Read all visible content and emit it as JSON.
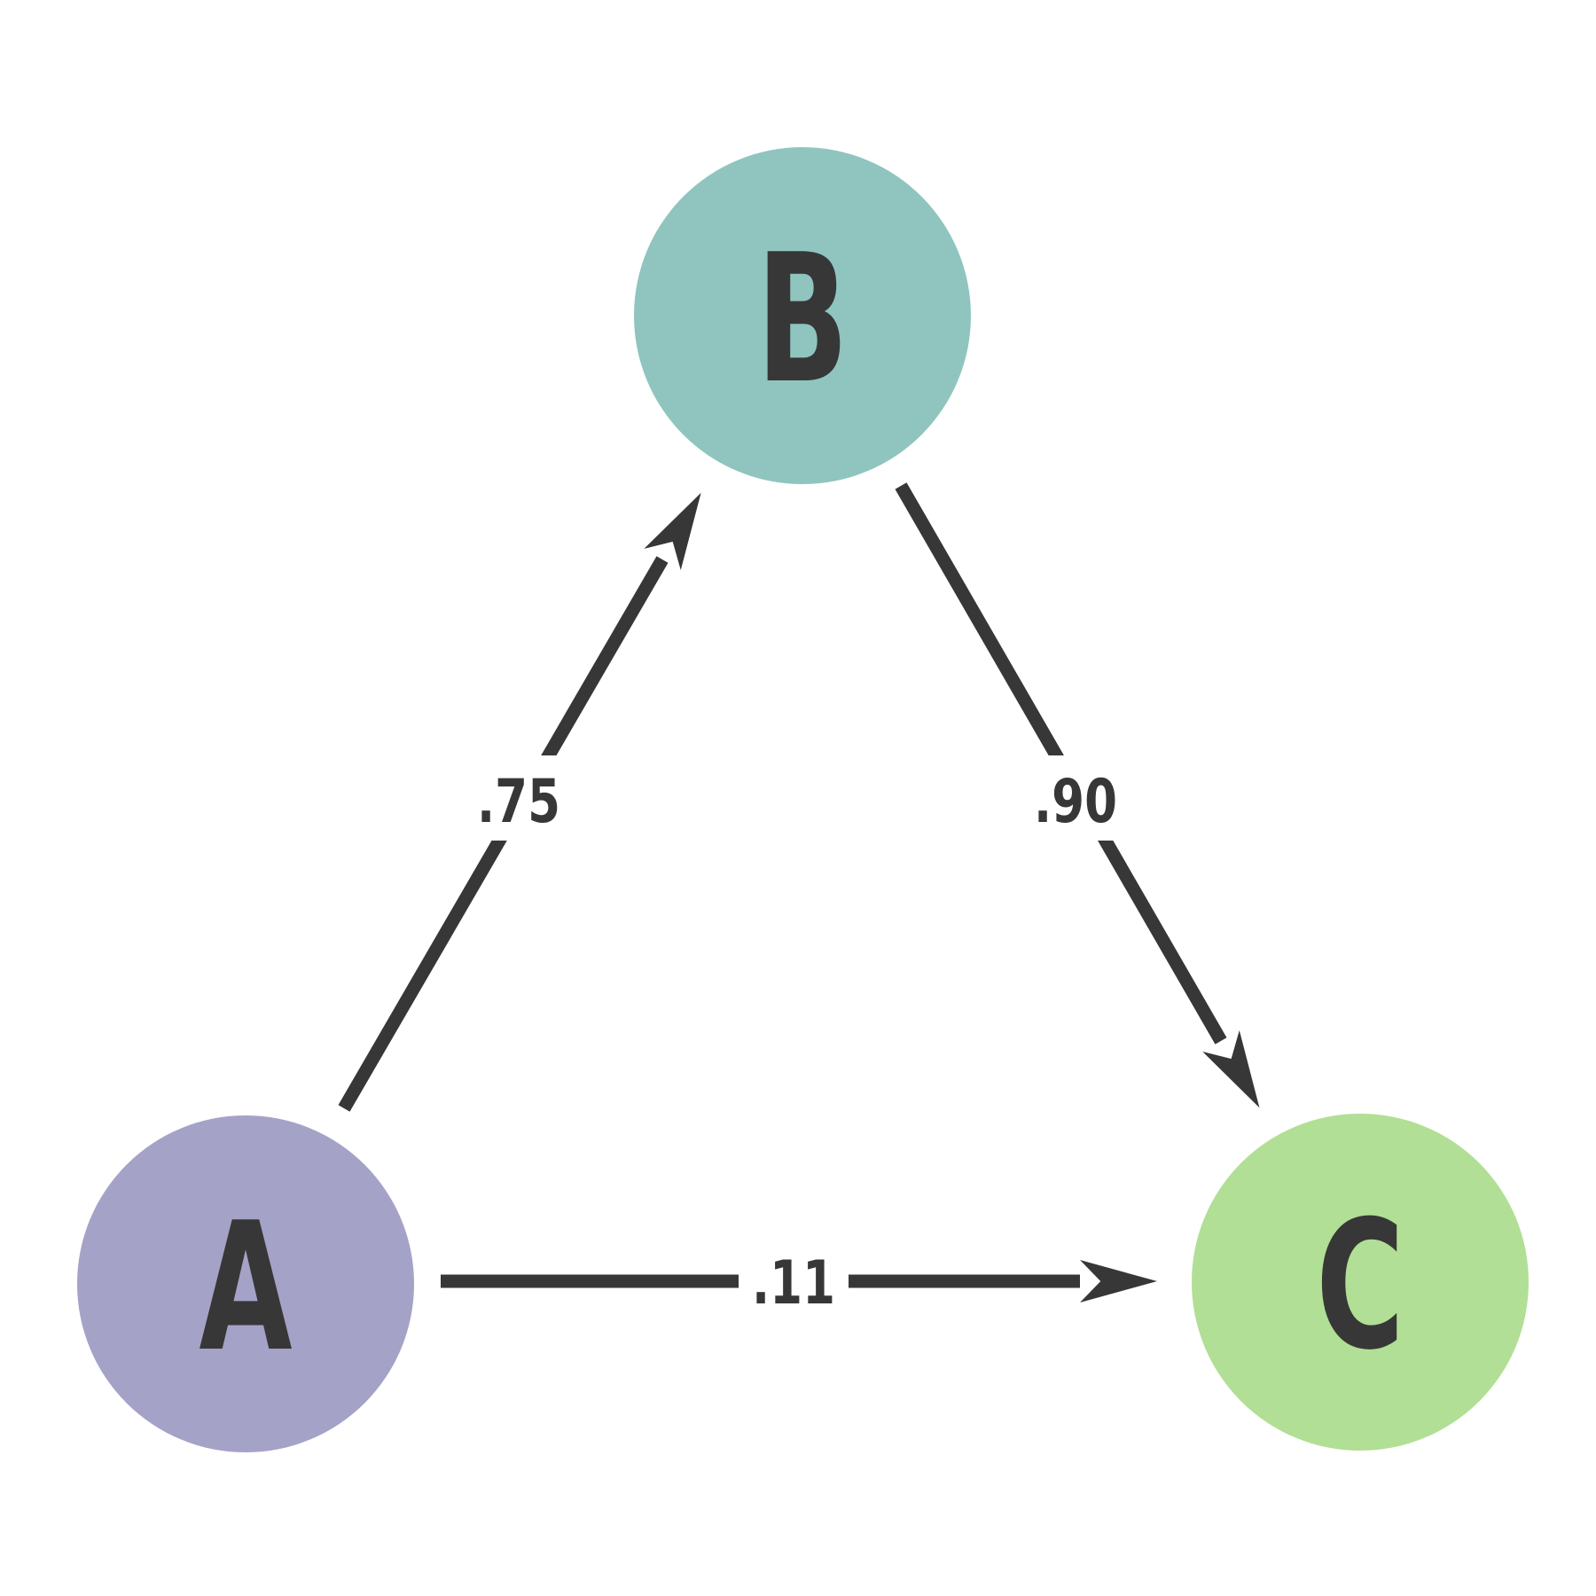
{
  "diagram": {
    "type": "directed-graph",
    "background_color": "#ffffff",
    "node_text_color": "#373737",
    "edge_color": "#373737",
    "nodes": [
      {
        "id": "A",
        "label": "A",
        "color": "#a5a2c7"
      },
      {
        "id": "B",
        "label": "B",
        "color": "#8fc5be"
      },
      {
        "id": "C",
        "label": "C",
        "color": "#b1df95"
      }
    ],
    "edges": [
      {
        "from": "A",
        "to": "B",
        "label": ".75"
      },
      {
        "from": "B",
        "to": "C",
        "label": ".90"
      },
      {
        "from": "A",
        "to": "C",
        "label": ".11"
      }
    ]
  }
}
